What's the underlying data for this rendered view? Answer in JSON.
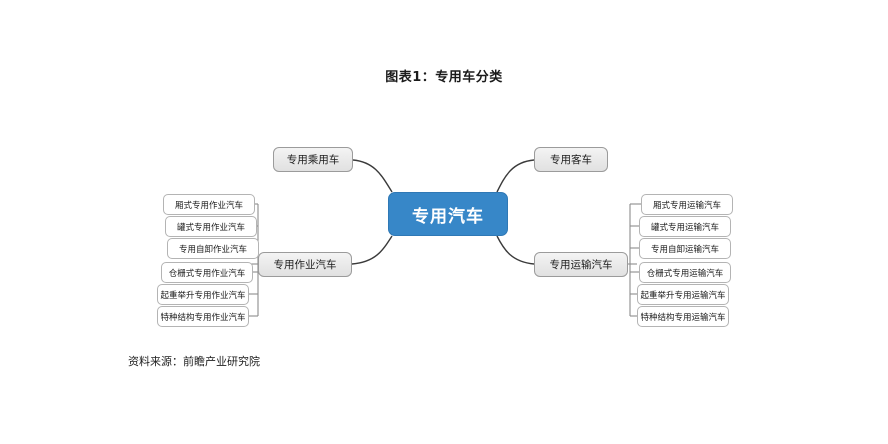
{
  "title": "图表1：专用车分类",
  "source": "资料来源：前瞻产业研究院",
  "colors": {
    "center_fill": "#3787c8",
    "center_text": "#ffffff",
    "branch_fill": "#e9e9e9",
    "branch_border": "#9b9b9b",
    "leaf_fill": "#ffffff",
    "leaf_border": "#b4b4b4",
    "edge": "#3a3a3a",
    "bracket": "#8c8c8c"
  },
  "center": {
    "label": "专用汽车"
  },
  "branches": [
    {
      "id": "passenger",
      "label": "专用乘用车",
      "side": "left",
      "position": "top"
    },
    {
      "id": "bus",
      "label": "专用客车",
      "side": "right",
      "position": "top"
    },
    {
      "id": "work",
      "label": "专用作业汽车",
      "side": "left",
      "position": "bottom"
    },
    {
      "id": "transport",
      "label": "专用运输汽车",
      "side": "right",
      "position": "bottom"
    }
  ],
  "leaves": {
    "work": [
      "厢式专用作业汽车",
      "罐式专用作业汽车",
      "专用自卸作业汽车",
      "仓栅式专用作业汽车",
      "起重举升专用作业汽车",
      "特种结构专用作业汽车"
    ],
    "transport": [
      "厢式专用运输汽车",
      "罐式专用运输汽车",
      "专用自卸运输汽车",
      "仓栅式专用运输汽车",
      "起重举升专用运输汽车",
      "特种结构专用运输汽车"
    ]
  }
}
